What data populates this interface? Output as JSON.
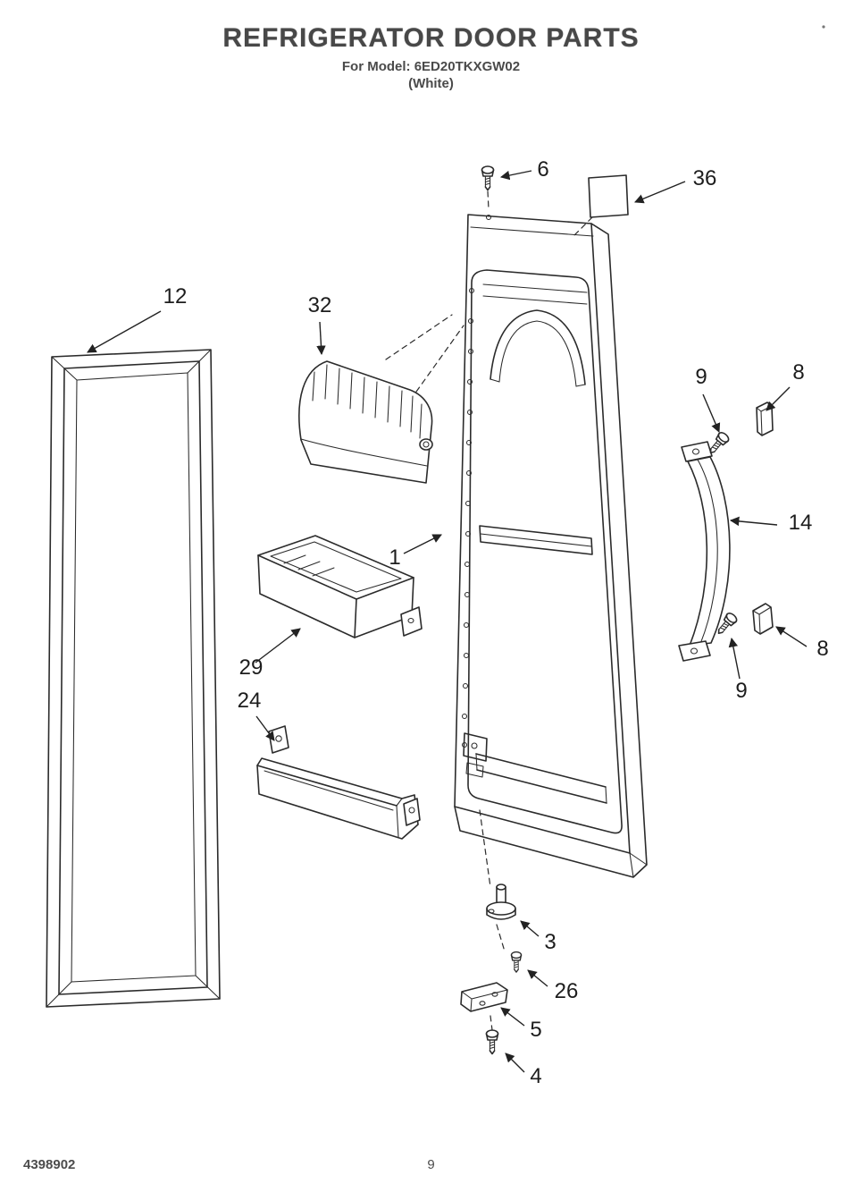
{
  "header": {
    "title": "REFRIGERATOR DOOR PARTS",
    "model_line": "For Model: 6ED20TKXGW02",
    "color_line": "(White)"
  },
  "footer": {
    "doc_number": "4398902",
    "page_number": "9"
  },
  "callouts": {
    "n1": "1",
    "n3": "3",
    "n4": "4",
    "n5": "5",
    "n6": "6",
    "n8_top": "8",
    "n8_bottom": "8",
    "n9_top": "9",
    "n9_bottom": "9",
    "n12": "12",
    "n14": "14",
    "n24": "24",
    "n26": "26",
    "n29": "29",
    "n32": "32",
    "n36": "36"
  }
}
